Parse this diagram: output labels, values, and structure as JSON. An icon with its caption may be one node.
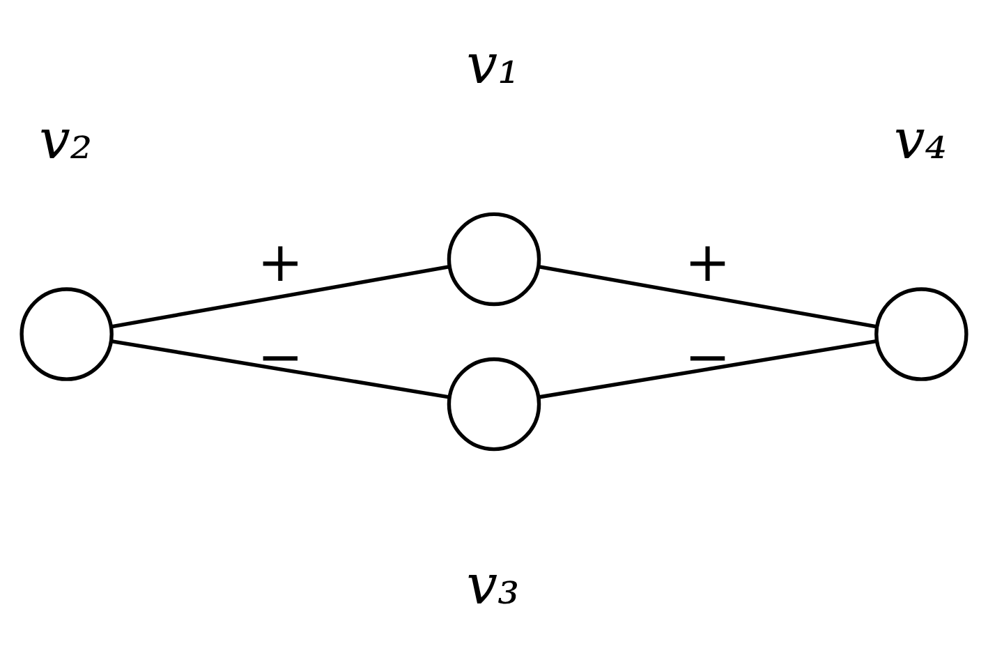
{
  "diagram": {
    "nodes": [
      {
        "text": [],
        "shape": "circle",
        "beside": [
          "v₁"
        ]
      },
      {
        "text": [],
        "shape": "circle",
        "beside": [
          "v₂"
        ]
      },
      {
        "text": [],
        "shape": "circle",
        "beside": [
          "v₄"
        ]
      },
      {
        "text": [],
        "shape": "circle",
        "beside": [
          "v₃"
        ]
      }
    ],
    "edges": [
      {
        "from": 1,
        "to": 0,
        "arrow": "none",
        "label": "+"
      },
      {
        "from": 0,
        "to": 2,
        "arrow": "none",
        "label": "+"
      },
      {
        "from": 1,
        "to": 3,
        "arrow": "none",
        "label": "−"
      },
      {
        "from": 3,
        "to": 2,
        "arrow": "none",
        "label": "−"
      }
    ]
  }
}
